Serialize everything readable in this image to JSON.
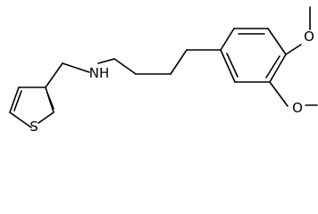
{
  "molecule": {
    "atom_labels": {
      "sulfur": "S",
      "amine": "NH",
      "methoxy_top": "O",
      "methoxy_bottom": "O"
    }
  }
}
